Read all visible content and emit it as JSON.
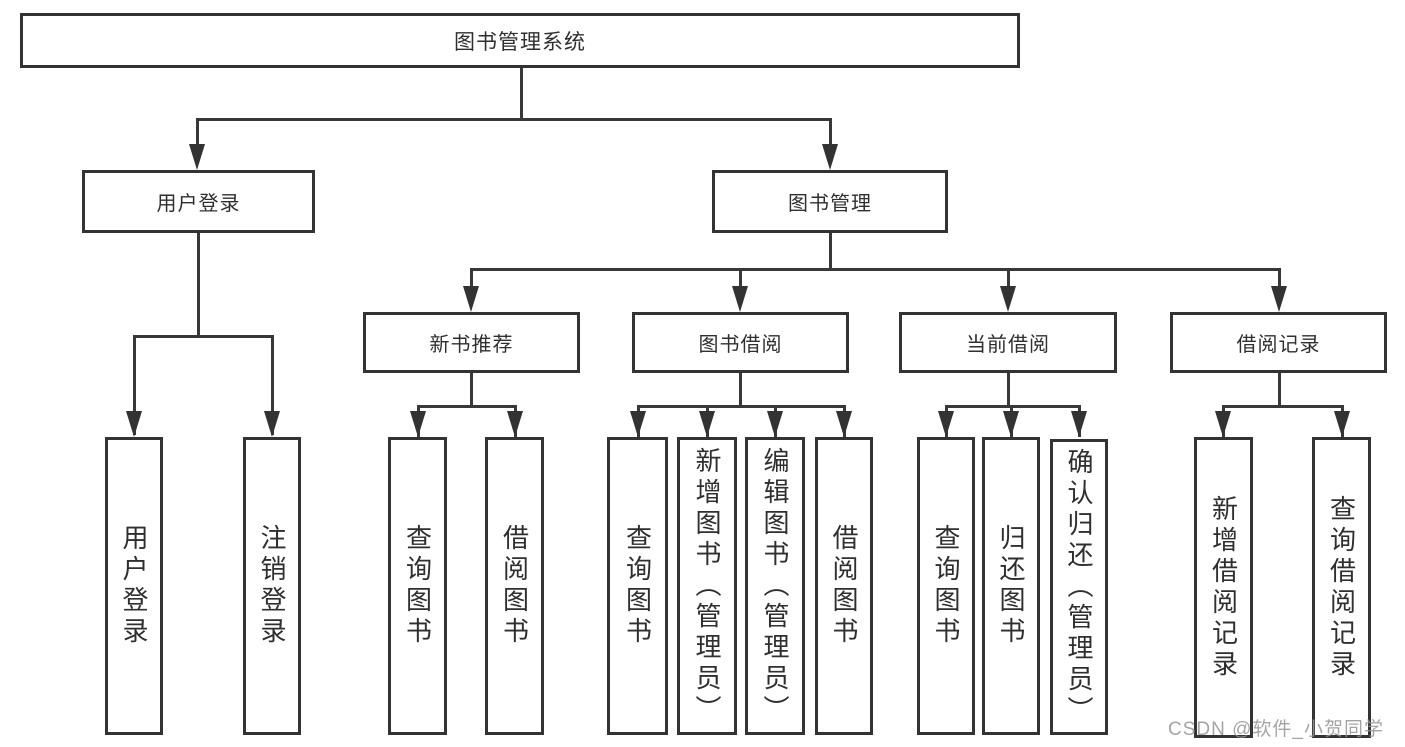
{
  "watermark": "CSDN @软件_小贺同学",
  "colors": {
    "line": "#333333",
    "text": "#2f2f2f",
    "box_background": "#ffffff",
    "watermark_color": "#949494",
    "page_background": "#ffffff"
  },
  "tree": {
    "label": "图书管理系统",
    "children": [
      {
        "label": "用户登录",
        "children": [
          {
            "label": "用户登录"
          },
          {
            "label": "注销登录"
          }
        ]
      },
      {
        "label": "图书管理",
        "children": [
          {
            "label": "新书推荐",
            "children": [
              {
                "label": "查询图书"
              },
              {
                "label": "借阅图书"
              }
            ]
          },
          {
            "label": "图书借阅",
            "children": [
              {
                "label": "查询图书"
              },
              {
                "label": "新增图书（管理员）"
              },
              {
                "label": "编辑图书（管理员）"
              },
              {
                "label": "借阅图书"
              }
            ]
          },
          {
            "label": "当前借阅",
            "children": [
              {
                "label": "查询图书"
              },
              {
                "label": "归还图书"
              },
              {
                "label": "确认归还（管理员）"
              }
            ]
          },
          {
            "label": "借阅记录",
            "children": [
              {
                "label": "新增借阅记录"
              },
              {
                "label": "查询借阅记录"
              }
            ]
          }
        ]
      }
    ]
  }
}
